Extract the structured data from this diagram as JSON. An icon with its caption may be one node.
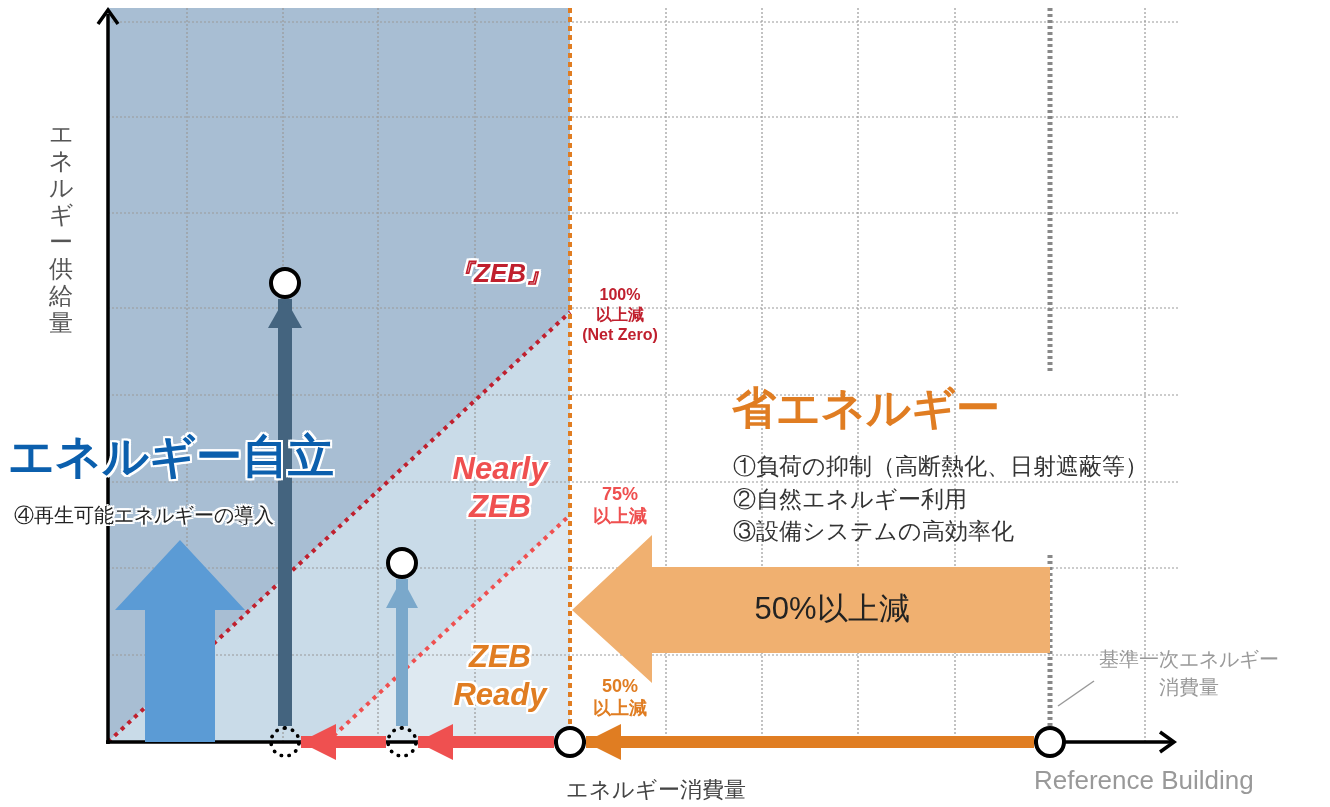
{
  "diagram": {
    "nodes": [
      {
        "text": [],
        "shape": "circle"
      },
      {
        "text": [],
        "shape": "circle"
      },
      {
        "text": [],
        "shape": "circle"
      },
      {
        "text": [],
        "shape": "circle"
      },
      {
        "text": [],
        "shape": "circle"
      },
      {
        "text": [],
        "shape": "circle",
        "beside": [
          "Reference Building"
        ]
      },
      {
        "text": [
          "50%以上減"
        ]
      },
      {
        "text": [
          "基準一次エネルギー消費量"
        ]
      }
    ],
    "edges": [
      {
        "from": 2,
        "to": 0,
        "arrow": "to",
        "color": "#44647f"
      },
      {
        "from": 3,
        "to": 1,
        "arrow": "to",
        "color": "#7aa8cb"
      },
      {
        "from": 5,
        "to": 4,
        "arrow": "to",
        "color": "#e07d22"
      },
      {
        "from": 4,
        "to": 3,
        "arrow": "to"
      },
      {
        "from": 3,
        "to": 2,
        "arrow": "to"
      },
      {
        "from": 7,
        "to": null,
        "arrow": "none",
        "color": "#999999"
      }
    ],
    "labels": [
      "エネルギー供給量",
      "『ZEB』",
      "100%以上減(Net Zero)",
      "Nearly ZEB",
      "75%以上減",
      "エネルギー自立",
      "④再生可能エネルギーの導入",
      "省エネルギー",
      "①負荷の抑制（高断熱化、日射遮蔽等）",
      "②自然エネルギー利用",
      "③設備システムの高効率化",
      "ZEB Ready",
      "50%以上減",
      "エネルギー消費量"
    ]
  }
}
